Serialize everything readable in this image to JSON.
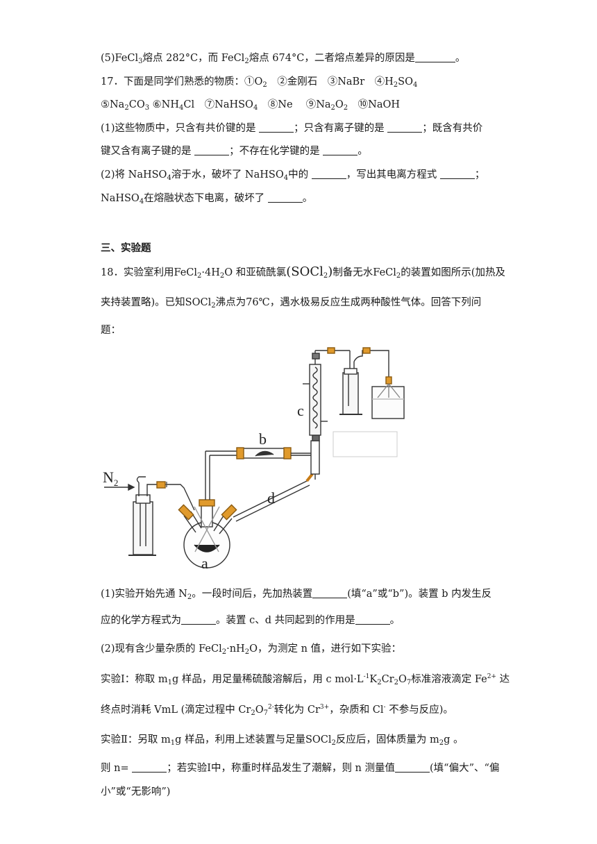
{
  "q16": {
    "p5": {
      "a": "(5)FeCl",
      "b": "熔点 282°C，而 FeCl",
      "c": "熔点 674°C，二者熔点差异的原因是",
      "d": "。"
    }
  },
  "q17": {
    "intro": {
      "a": "17．下面是同学们熟悉的物质：①O",
      "b": "　②金刚石　③NaBr　④H",
      "c": "SO",
      "d": ""
    },
    "list2": {
      "a": "⑤Na",
      "b": "CO",
      "c": " ⑥NH",
      "d": "Cl　⑦NaHSO",
      "e": "　⑧Ne　 ⑨Na",
      "f": "O",
      "g": "　⑩NaOH"
    },
    "p1a": {
      "a": "(1)这些物质中，只含有共价键的是 ",
      "b": "；只含有离子键的是 ",
      "c": "；既含有共价"
    },
    "p1b": {
      "a": "键又含有离子键的是 ",
      "b": "；不存在化学键的是 ",
      "c": "。"
    },
    "p2a": {
      "a": "(2)将 NaHSO",
      "b": "溶于水，破坏了 NaHSO",
      "c": "中的 ",
      "d": "，写出其电离方程式 ",
      "e": "；"
    },
    "p2b": {
      "a": "NaHSO",
      "b": "在熔融状态下电离，破坏了 ",
      "c": "。"
    }
  },
  "section3": {
    "title": "三、实验题"
  },
  "q18": {
    "intro1": {
      "a": "18．实验室利用FeCl",
      "b": "·4H",
      "c": "O 和亚硫酰氯",
      "d": "(SOCl",
      "e": ")",
      "f": "制备无水FeCl",
      "g": "的装置如图所示(加热及"
    },
    "intro2": {
      "a": "夹持装置略)。已知SOCl",
      "b": "沸点为76℃，遇水极易反应生成两种酸性气体。回答下列问"
    },
    "intro3": "题：",
    "figure": {
      "label_c": "c",
      "label_b": "b",
      "label_d": "d",
      "label_a": "a",
      "label_n2": "N",
      "label_n2_sub": "2"
    },
    "p1a": {
      "a": "(1)实验开始先通 N",
      "b": "。一段时间后，先加热装置",
      "c": "(填“a”或“b”)。装置 b 内发生反"
    },
    "p1b": {
      "a": "应的化学方程式为",
      "b": "。装置 c、d 共同起到的作用是",
      "c": "。"
    },
    "p2": {
      "a": "(2)现有含少量杂质的 FeCl",
      "b": "·nH",
      "c": "O，为测定 n 值，进行如下实验："
    },
    "exp1a": {
      "a": "实验Ⅰ：称取 m",
      "b": "g 样品，用足量稀硫酸溶解后，用 c mol·L",
      "c": "-1",
      "d": "K",
      "e": "Cr",
      "f": "O",
      "g": "标准溶液滴定 Fe",
      "h": "2+",
      "i": " 达"
    },
    "exp1b": {
      "a": "终点时消耗 VmL (滴定过程中 Cr",
      "b": "O",
      "c": "2-",
      "d": "转化为 Cr",
      "e": "3+",
      "f": "，杂质和 Cl",
      "g": "-",
      "h": " 不参与反应)。"
    },
    "exp2": {
      "a": "实验Ⅱ：另取 m",
      "b": "g 样品，利用上述装置与足量SOCl",
      "c": "反应后，固体质量为 m",
      "d": "g 。"
    },
    "ans1": {
      "a": "则 n= ",
      "b": "；若实验Ⅰ中，称重时样品发生了潮解，则 n 测量值",
      "c": "(填“偏大”、“偏"
    },
    "ans2": "小”或“无影响”)"
  }
}
